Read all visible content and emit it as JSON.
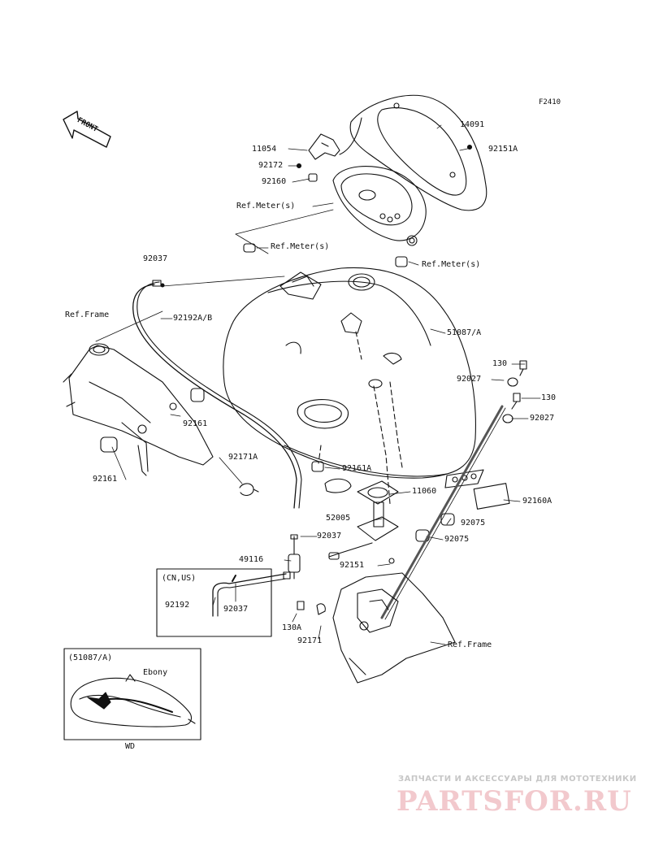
{
  "figure_id": "F2410",
  "front_arrow": "FRONT",
  "labels": {
    "p14091": "14091",
    "p11054": "11054",
    "p92151A_top": "92151A",
    "p92172": "92172",
    "p92160": "92160",
    "ref_meter_1": "Ref.Meter(s)",
    "ref_meter_2": "Ref.Meter(s)",
    "ref_meter_3": "Ref.Meter(s)",
    "p92037_top": "92037",
    "ref_frame_left": "Ref.Frame",
    "p92192AB": "92192A/B",
    "p51087A": "51087/A",
    "p130_a": "130",
    "p92027_a": "92027",
    "p130_b": "130",
    "p92027_b": "92027",
    "p92161_a": "92161",
    "p92161_b": "92161",
    "p92171A": "92171A",
    "p92161A": "92161A",
    "p11060": "11060",
    "p92160A": "92160A",
    "p52005": "52005",
    "p92075_a": "92075",
    "p92075_b": "92075",
    "p92037_mid": "92037",
    "p49116": "49116",
    "p92151": "92151",
    "cn_us": "(CN,US)",
    "p92192": "92192",
    "p92037_box": "92037",
    "p130A": "130A",
    "p92171": "92171",
    "ref_frame_right": "Ref.Frame",
    "variant_ref": "(51087/A)",
    "variant_color": "Ebony",
    "variant_code": "WD"
  },
  "watermark": {
    "tagline": "ЗАПЧАСТИ И АКСЕССУАРЫ ДЛЯ МОТОТЕХНИКИ",
    "brand": "PARTSFOR.RU"
  }
}
